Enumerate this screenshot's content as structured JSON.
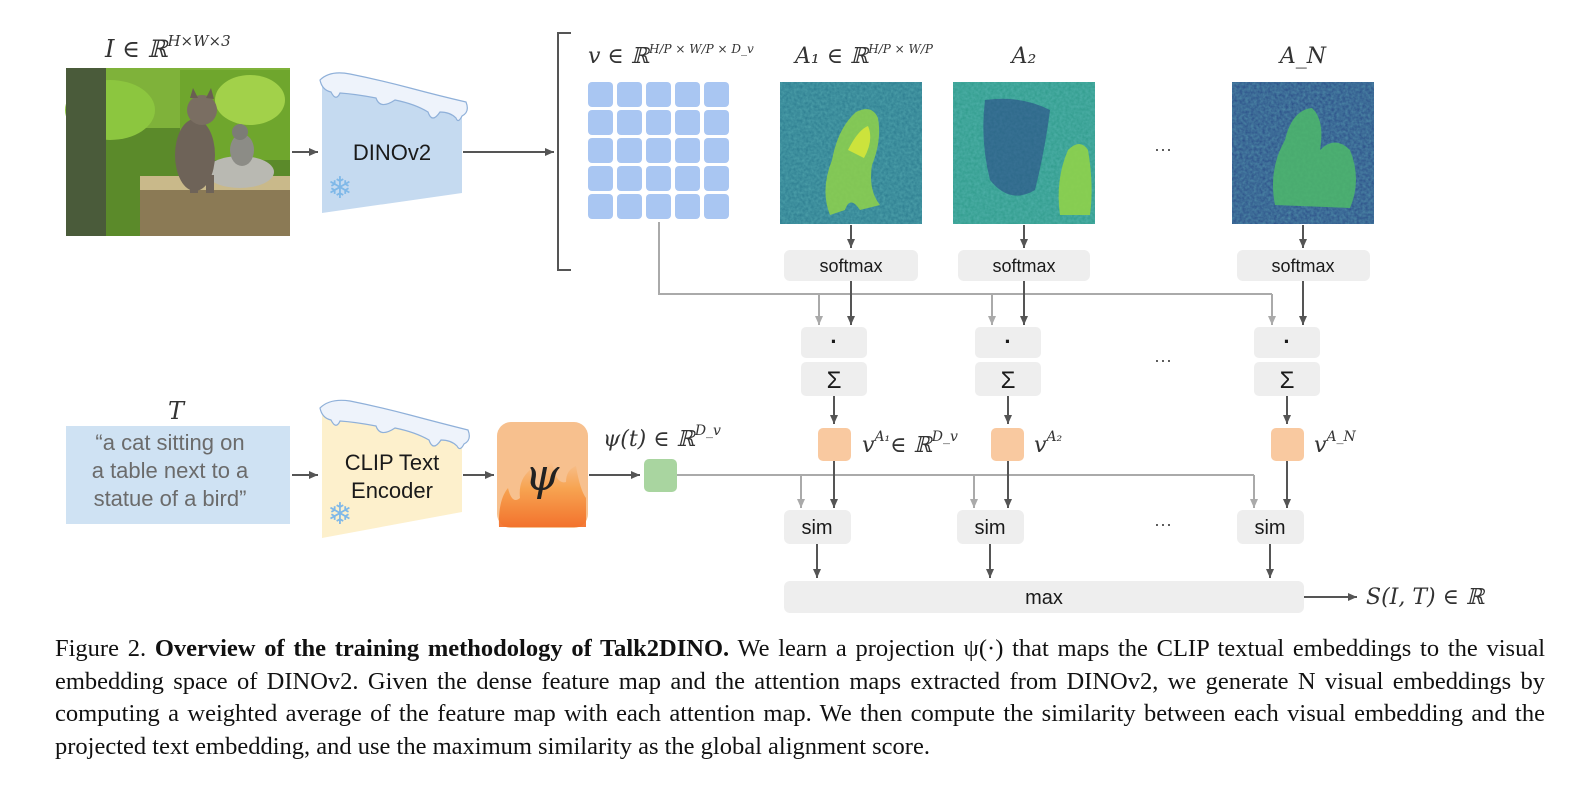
{
  "figure": {
    "image_label": "I ∈ ℝ",
    "image_label_sup": "H×W×3",
    "image_encoder": "DINOv2",
    "feature_label": "v ∈ ℝ",
    "feature_label_sup": "H/P × W/P × D_v",
    "attn_1_label": "A₁ ∈ ℝ",
    "attn_1_sup": "H/P × W/P",
    "attn_2_label": "A₂",
    "attn_n_label": "A_N",
    "ellipsis": "···",
    "softmax_label": "softmax",
    "dot_label": "·",
    "sum_label": "Σ",
    "v_a1_label": "v",
    "v_a1_sup": "A₁",
    "v_a1_suffix": "∈ ℝ",
    "v_a1_suffix_sup": "D_v",
    "v_a2_label": "v",
    "v_a2_sup": "A₂",
    "v_an_label": "v",
    "v_an_sup": "A_N",
    "text_label": "T",
    "text_input": [
      "“a cat sitting on",
      "a table next to a",
      "statue of a bird”"
    ],
    "text_encoder": [
      "CLIP Text",
      "Encoder"
    ],
    "psi_symbol": "ψ",
    "psi_out_label": "ψ(t) ∈ ℝ",
    "psi_out_sup": "D_v",
    "sim_label": "sim",
    "max_label": "max",
    "score_label": "S(I, T) ∈ ℝ"
  },
  "caption": {
    "prefix": "Figure 2.",
    "bold": "Overview of the training methodology of Talk2DINO.",
    "text": "We learn a projection ψ(·) that maps the CLIP textual embeddings to the visual embedding space of DINOv2. Given the dense feature map and the attention maps extracted from DINOv2, we generate N visual embeddings by computing a weighted average of the feature map with each attention map. We then compute the similarity between each visual embedding and the projected text embedding, and use the maximum similarity as the global alignment score."
  },
  "colors": {
    "frozen_blue": "#c5daf0",
    "text_box_blue": "#cfe2f3",
    "clip_yellow": "#fdf0cc",
    "psi_orange": "#f7c08e",
    "embedding_orange": "#f9c9a0",
    "text_embedding_green": "#a9d5a0",
    "patch_blue": "#a9c6f2",
    "op_box_gray": "#eeeeee",
    "snow": "#eef3fb"
  }
}
